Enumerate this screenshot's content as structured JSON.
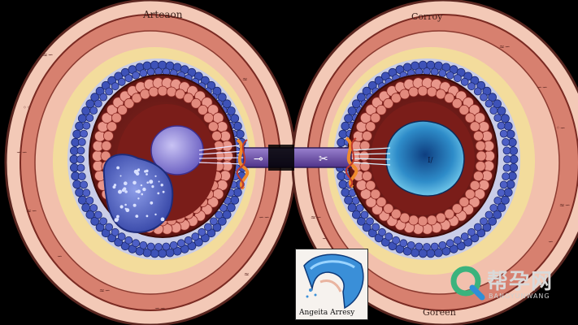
{
  "labels": {
    "left_top": "Arteaon",
    "right_top": "Corroy",
    "right_bottom": "Goreen",
    "inset_caption": "Angeita Arresy"
  },
  "connector_marks": {
    "left_glyph": "⊸",
    "right_glyph": "✂"
  },
  "watermark": {
    "brand": "帮孕网",
    "sub": "BANGYUNWANG"
  },
  "colors": {
    "outer_wall": "#f3c9b7",
    "muscle_red": "#a3403a",
    "adventitia": "#f0b9a4",
    "fat_yellow": "#f3dc9c",
    "cell_blue": "#3e52b8",
    "lumen_dark": "#6e1a17",
    "bead_pink": "#e8968a",
    "nucleus_violet": "#8b82d6",
    "right_nucleus_blue": "#3aa6d8",
    "connector_purple": "#6c4ea0",
    "twist_orange": "#f08a2c",
    "watermark_green": "#3bb37d"
  }
}
